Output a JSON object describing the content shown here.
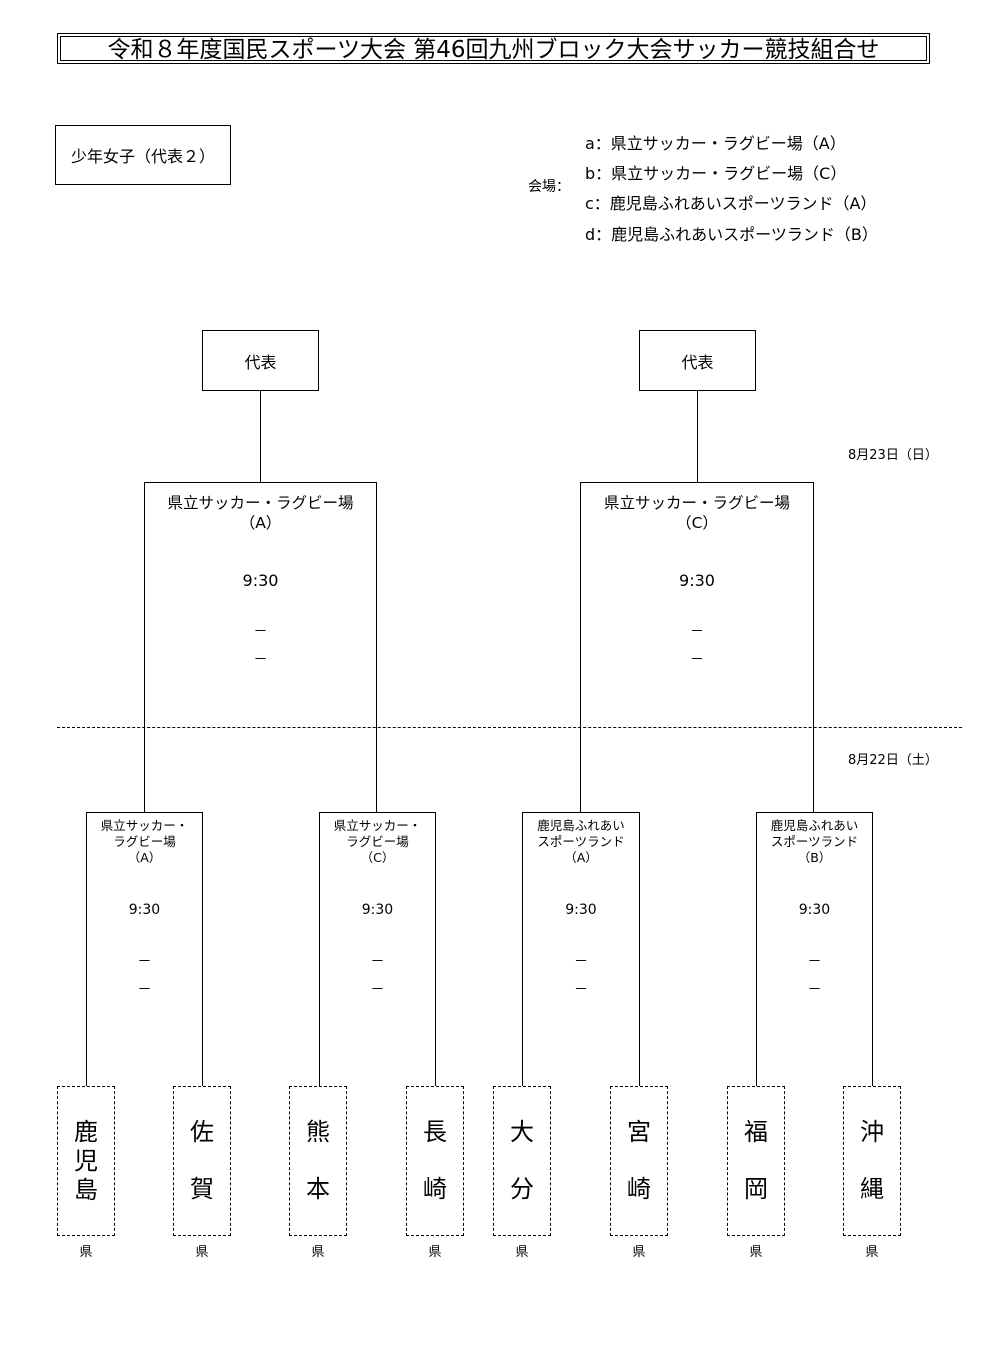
{
  "title": "令和８年度国民スポーツ大会 第46回九州ブロック大会サッカー競技組合せ",
  "division": "少年女子（代表２）",
  "venues": {
    "label": "会場：",
    "items": [
      "a：県立サッカー・ラグビー場（A）",
      "b：県立サッカー・ラグビー場（C）",
      "c：鹿児島ふれあいスポーツランド（A）",
      "d：鹿児島ふれあいスポーツランド（B）"
    ]
  },
  "dates": {
    "day2": "8月23日（日）",
    "day1": "8月22日（土）"
  },
  "representative_label": "代表",
  "finals": [
    {
      "venue_line1": "県立サッカー・ラグビー場",
      "venue_line2": "（A）",
      "time": "9:30",
      "score1": "－",
      "score2": "－"
    },
    {
      "venue_line1": "県立サッカー・ラグビー場",
      "venue_line2": "（C）",
      "time": "9:30",
      "score1": "－",
      "score2": "－"
    }
  ],
  "semis": [
    {
      "line1": "県立サッカー・",
      "line2": "ラグビー場",
      "line3": "（A）",
      "time": "9:30",
      "score1": "－",
      "score2": "－"
    },
    {
      "line1": "県立サッカー・",
      "line2": "ラグビー場",
      "line3": "（C）",
      "time": "9:30",
      "score1": "－",
      "score2": "－"
    },
    {
      "line1": "鹿児島ふれあい",
      "line2": "スポーツランド",
      "line3": "（A）",
      "time": "9:30",
      "score1": "－",
      "score2": "－"
    },
    {
      "line1": "鹿児島ふれあい",
      "line2": "スポーツランド",
      "line3": "（B）",
      "time": "9:30",
      "score1": "－",
      "score2": "－"
    }
  ],
  "teams": [
    {
      "chars": [
        "鹿",
        "児",
        "島"
      ],
      "suffix": "県"
    },
    {
      "chars": [
        "佐",
        "賀"
      ],
      "suffix": "県"
    },
    {
      "chars": [
        "熊",
        "本"
      ],
      "suffix": "県"
    },
    {
      "chars": [
        "長",
        "崎"
      ],
      "suffix": "県"
    },
    {
      "chars": [
        "大",
        "分"
      ],
      "suffix": "県"
    },
    {
      "chars": [
        "宮",
        "崎"
      ],
      "suffix": "県"
    },
    {
      "chars": [
        "福",
        "岡"
      ],
      "suffix": "県"
    },
    {
      "chars": [
        "沖",
        "縄"
      ],
      "suffix": "県"
    }
  ]
}
